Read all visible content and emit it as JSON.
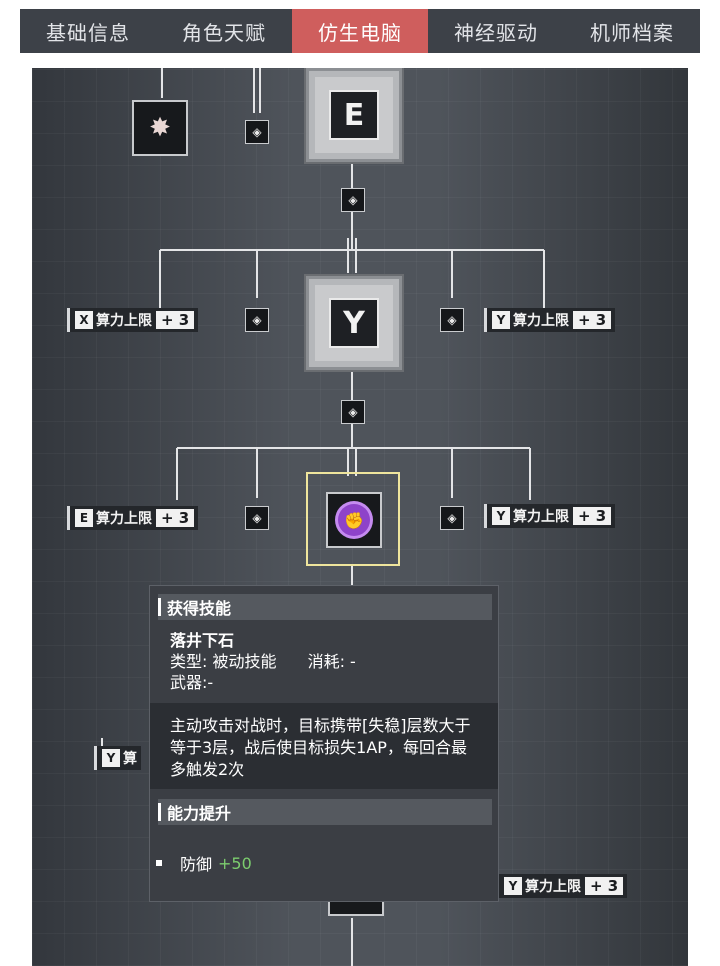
{
  "tabs": [
    {
      "label": "基础信息",
      "active": false
    },
    {
      "label": "角色天赋",
      "active": false
    },
    {
      "label": "仿生电脑",
      "active": true
    },
    {
      "label": "神经驱动",
      "active": false
    },
    {
      "label": "机师档案",
      "active": false
    }
  ],
  "board": {
    "cores": [
      {
        "glyph": "E"
      },
      {
        "glyph": "Y"
      }
    ],
    "stats": [
      {
        "icon_letter": "X",
        "label": "算力上限",
        "value": "+ 3"
      },
      {
        "icon_letter": "Y",
        "label": "算力上限",
        "value": "+ 3"
      },
      {
        "icon_letter": "E",
        "label": "算力上限",
        "value": "+ 3"
      },
      {
        "icon_letter": "Y",
        "label": "算力上限",
        "value": "+ 3"
      },
      {
        "icon_letter": "Y",
        "label": "算"
      },
      {
        "icon_letter": "Y",
        "label": "算力上限",
        "value": "+ 3"
      }
    ],
    "link_icon": "link-diamond-icon"
  },
  "tooltip": {
    "section1_title": "获得技能",
    "skill_name": "落井下石",
    "type_label": "类型: 被动技能",
    "cost_label": "消耗: -",
    "weapon_label": "武器:-",
    "description": "主动攻击对战时，目标携带[失稳]层数大于等于3层，战后使目标损失1AP，每回合最多触发2次",
    "section2_title": "能力提升",
    "bonus_name": "防御",
    "bonus_value": "+50"
  },
  "colors": {
    "tab_bar": "#3d4148",
    "tab_active": "#cf5e5d",
    "selection_frame": "#efe59d",
    "bonus_green": "#7ccd6e"
  }
}
